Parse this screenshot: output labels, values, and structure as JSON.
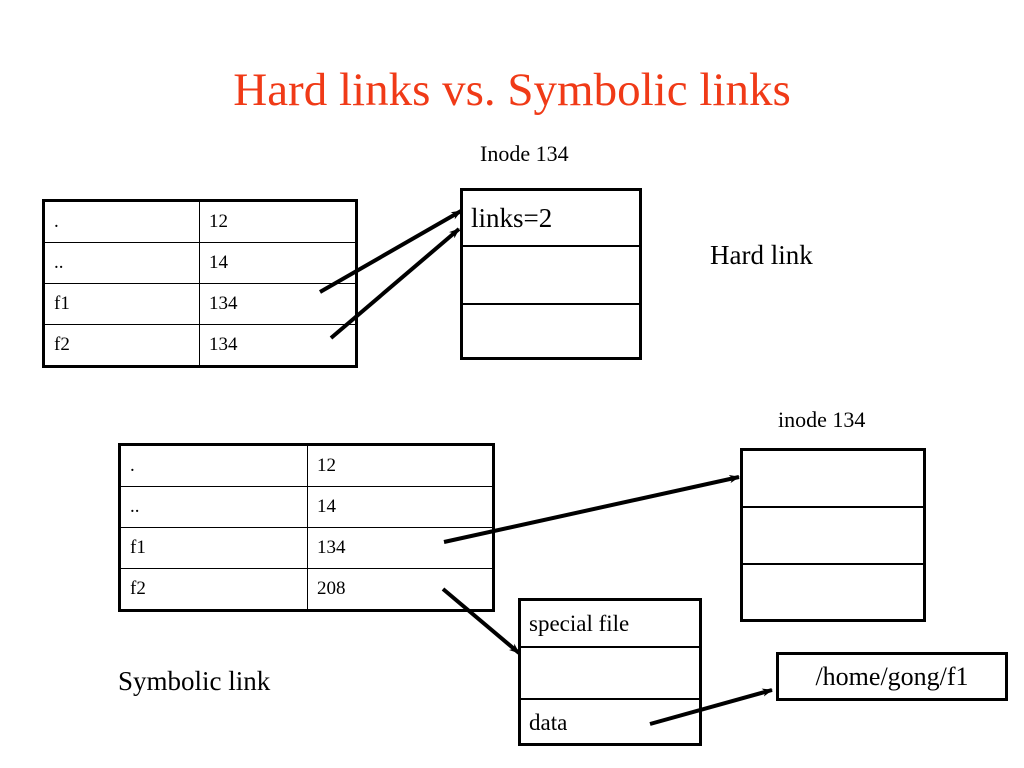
{
  "slide": {
    "title": "Hard links vs. Symbolic links",
    "title_color": "#F03A17",
    "background_color": "#FFFFFF",
    "line_color": "#000000"
  },
  "hard_link_section": {
    "inode_caption": "Inode 134",
    "section_label": "Hard link",
    "directory_table": {
      "rows": [
        {
          "name": ".",
          "inode": "12"
        },
        {
          "name": "..",
          "inode": "14"
        },
        {
          "name": "f1",
          "inode": "134"
        },
        {
          "name": "f2",
          "inode": "134"
        }
      ]
    },
    "inode_box": {
      "rows": [
        "links=2",
        "",
        ""
      ]
    },
    "arrows": [
      {
        "name": "arrow-f1-to-inode134",
        "from": "f1-row",
        "to": "inode-134-box"
      },
      {
        "name": "arrow-f2-to-inode134",
        "from": "f2-row",
        "to": "inode-134-box"
      }
    ]
  },
  "symbolic_link_section": {
    "inode_caption": "inode 134",
    "section_label": "Symbolic link",
    "directory_table": {
      "rows": [
        {
          "name": ".",
          "inode": "12"
        },
        {
          "name": "..",
          "inode": "14"
        },
        {
          "name": "f1",
          "inode": "134"
        },
        {
          "name": "f2",
          "inode": "208"
        }
      ]
    },
    "inode_box": {
      "rows": [
        "",
        "",
        ""
      ]
    },
    "special_file_box": {
      "rows": [
        "special file",
        "",
        "data"
      ]
    },
    "path_box": {
      "path": "/home/gong/f1"
    },
    "arrows": [
      {
        "name": "arrow-f1-to-inode134",
        "from": "f1-row",
        "to": "inode-134-box"
      },
      {
        "name": "arrow-f2-to-special-file",
        "from": "f2-row",
        "to": "special-file-box"
      },
      {
        "name": "arrow-data-to-path",
        "from": "data-row",
        "to": "path-box"
      }
    ]
  }
}
